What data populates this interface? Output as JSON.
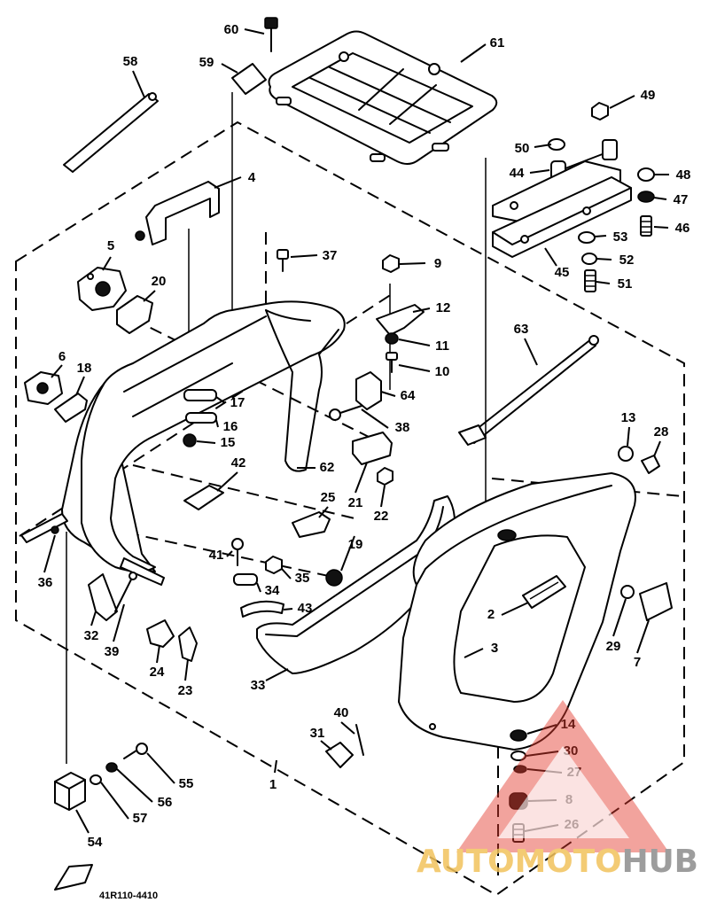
{
  "part_labels": {
    "p1": "1",
    "p2": "2",
    "p3": "3",
    "p4": "4",
    "p5": "5",
    "p6": "6",
    "p7": "7",
    "p8": "8",
    "p9": "9",
    "p10": "10",
    "p11": "11",
    "p12": "12",
    "p13": "13",
    "p14": "14",
    "p15": "15",
    "p16": "16",
    "p17": "17",
    "p18": "18",
    "p19": "19",
    "p20": "20",
    "p21": "21",
    "p22": "22",
    "p23": "23",
    "p24": "24",
    "p25": "25",
    "p26": "26",
    "p27": "27",
    "p28": "28",
    "p29": "29",
    "p30": "30",
    "p31": "31",
    "p32": "32",
    "p33": "33",
    "p34": "34",
    "p35": "35",
    "p36": "36",
    "p37": "37",
    "p38": "38",
    "p39": "39",
    "p40": "40",
    "p41": "41",
    "p42": "42",
    "p43": "43",
    "p44": "44",
    "p45": "45",
    "p46": "46",
    "p47": "47",
    "p48": "48",
    "p49": "49",
    "p50": "50",
    "p51": "51",
    "p52": "52",
    "p53": "53",
    "p54": "54",
    "p55": "55",
    "p56": "56",
    "p57": "57",
    "p58": "58",
    "p59": "59",
    "p60": "60",
    "p61": "61",
    "p62": "62",
    "p63": "63",
    "p64": "64"
  },
  "diagram_code": "41R110-4410",
  "watermark": {
    "brand_part1": "AUTOMOTO",
    "brand_part2": "HUB"
  },
  "colors": {
    "line": "#000000",
    "watermark_red": "#e23b2e",
    "watermark_gold": "#f2c25c",
    "watermark_gray": "#8c8c8c"
  }
}
